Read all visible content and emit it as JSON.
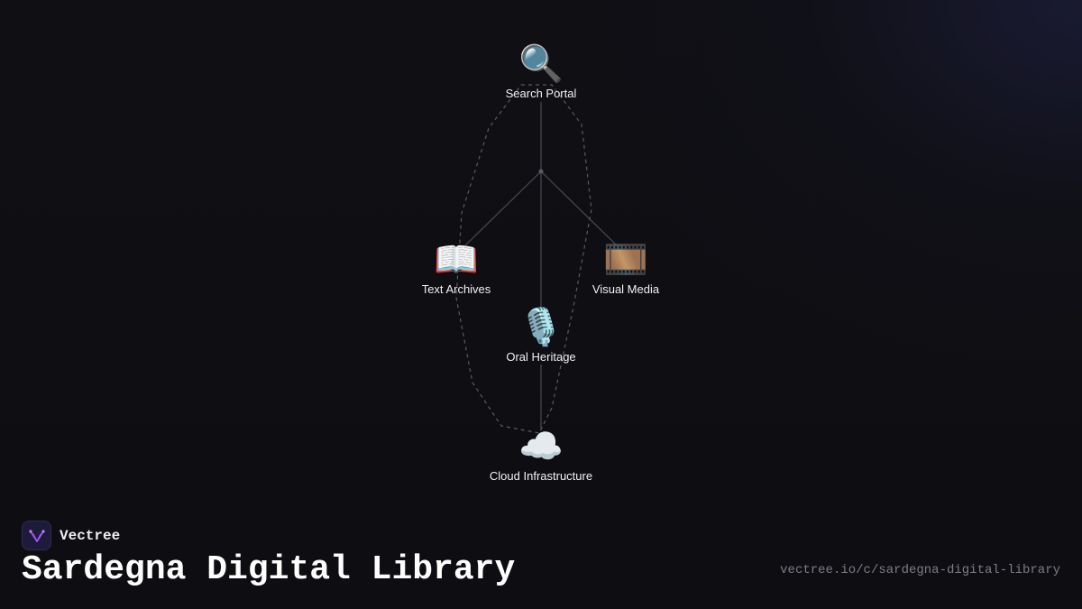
{
  "brand": {
    "name": "Vectree",
    "logo_color": "#7c4dff"
  },
  "page": {
    "title": "Sardegna Digital Library",
    "url": "vectree.io/c/sardegna-digital-library"
  },
  "diagram": {
    "nodes": [
      {
        "id": "search-portal",
        "label": "Search Portal",
        "icon": "magnifying-glass-icon",
        "glyph": "🔍"
      },
      {
        "id": "text-archives",
        "label": "Text Archives",
        "icon": "open-book-icon",
        "glyph": "📖"
      },
      {
        "id": "visual-media",
        "label": "Visual Media",
        "icon": "film-strip-icon",
        "glyph": "🎞️"
      },
      {
        "id": "oral-heritage",
        "label": "Oral Heritage",
        "icon": "microphone-icon",
        "glyph": "🎙️"
      },
      {
        "id": "cloud-infrastructure",
        "label": "Cloud Infrastructure",
        "icon": "cloud-icon",
        "glyph": "☁️"
      }
    ],
    "edges": [
      {
        "from": "search-portal",
        "to": "text-archives"
      },
      {
        "from": "search-portal",
        "to": "visual-media"
      },
      {
        "from": "search-portal",
        "to": "oral-heritage"
      },
      {
        "from": "oral-heritage",
        "to": "cloud-infrastructure"
      }
    ],
    "colors": {
      "edge": "#4a4a52",
      "outline": "#5a5a62"
    }
  }
}
